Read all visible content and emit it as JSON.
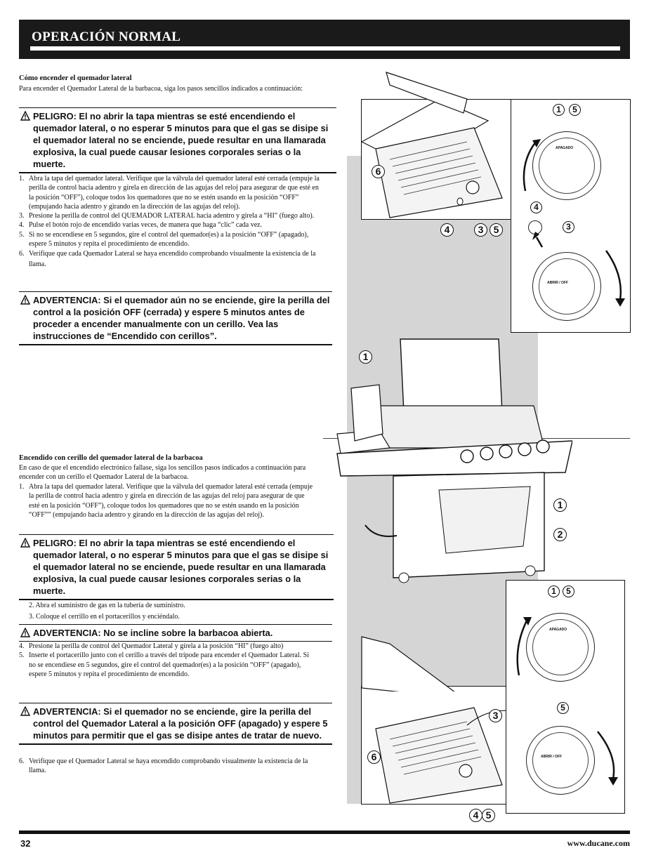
{
  "header": {
    "title": "OPERACIÓN NORMAL"
  },
  "section1": {
    "heading": "Cómo encender el quemador lateral",
    "intro": "Para encender el Quemador Lateral de la barbacoa, siga los pasos sencillos indicados a continuación:",
    "danger": "PELIGRO: El no abrir la tapa mientras se esté encendiendo el quemador lateral, o no esperar 5 minutos para que el gas se disipe si el quemador lateral no se enciende, puede resultar en una llamarada explosiva, la cual puede causar lesiones corporales serias o la muerte.",
    "steps": [
      {
        "n": "1.",
        "t": "Abra la tapa del quemador lateral. Verifique que la válvula del quemador lateral esté cerrada (empuje la perilla de control hacia adentro y gírela en dirección de las agujas del reloj para asegurar de que esté en la posición “OFF”), coloque todos los quemadores que no se estén usando en la posición “OFF” (empujando hacia adentro y girando en la dirección de las agujas del reloj)."
      },
      {
        "n": "3.",
        "t": "Presione la perilla de control del QUEMADOR LATERAL hacia adentro y gírela a “HI” (fuego alto)."
      },
      {
        "n": "4.",
        "t": "Pulse el botón rojo de encendido varias veces, de manera que haga “clic” cada vez."
      },
      {
        "n": "5.",
        "t": "Si no se encendiese en 5 segundos, gire el control del quemador(es) a la posición “OFF” (apagado), espere 5 minutos y repita el procedimiento de encendido."
      },
      {
        "n": "6.",
        "t": "Verifique que cada Quemador Lateral se haya encendido comprobando visualmente la existencia de la llama."
      }
    ],
    "warning": "ADVERTENCIA: Si el quemador aún no se enciende, gire la perilla del control a la posición OFF (cerrada) y espere 5 minutos antes de proceder a encender manualmente con un cerillo. Vea las instrucciones de “Encendido con cerillos”."
  },
  "section2": {
    "heading": "Encendido con cerillo del quemador lateral de la barbacoa",
    "intro": "En caso de que el encendido electrónico fallase, siga los sencillos pasos indicados a continuación para encender con un cerillo el Quemador Lateral de la barbacoa.",
    "step1": {
      "n": "1.",
      "t": "Abra la tapa del quemador lateral. Verifique que la válvula del quemador lateral esté cerrada (empuje la perilla de control hacia adentro y gírela en dirección de las agujas del reloj para asegurar de que esté en la posición “OFF”), coloque todos los quemadores que no se estén usando en la posición “OFF”” (empujando hacia adentro y girando en la dirección de las agujas del reloj)."
    },
    "danger": "PELIGRO: El no abrir la tapa mientras se esté encendiendo el quemador lateral, o no esperar 5 minutos para que el gas se disipe si el quemador lateral no se enciende, puede resultar en una llamarada explosiva, la cual puede causar lesiones corporales serias o la muerte.",
    "steps_a": [
      {
        "n": "2.",
        "t": "Abra el suministro de gas en la tubería de suministro."
      },
      {
        "n": "3.",
        "t": "Coloque el cerrillo en el portacerillos y enciéndalo."
      }
    ],
    "warning_short": "ADVERTENCIA: No se incline sobre la barbacoa abierta.",
    "steps_b": [
      {
        "n": "4.",
        "t": "Presione la perilla de control del Quemador Lateral y gírela a la posición “HI” (fuego alto)"
      },
      {
        "n": "5.",
        "t": "Inserte el portacerillo junto con el cerillo a través del trípode para encender el Quemador Lateral. Si no se encendiese en 5 segundos, gire el control del quemador(es) a la posición “OFF” (apagado), espere 5 minutos y repita el procedimiento de encendido."
      }
    ],
    "warning": "ADVERTENCIA: Si el quemador no se enciende, gire la perilla del control del Quemador Lateral a la posición OFF (apagado) y espere 5 minutos para permitir que el gas se disipe antes de tratar de nuevo.",
    "step6": {
      "n": "6.",
      "t": "Verifique que el Quemador Lateral se haya encendido comprobando visualmente la existencia de la llama."
    }
  },
  "callouts": {
    "top_hand": [
      "4",
      "3",
      "5"
    ],
    "c6": "6",
    "c4": "4",
    "c3": "3",
    "c5": "5",
    "c1": "1",
    "c2": "2"
  },
  "knob_labels": {
    "apagado": "APAGADO",
    "off": "ABRIR / OFF"
  },
  "footer": {
    "page": "32",
    "website": "www.ducane.com"
  }
}
